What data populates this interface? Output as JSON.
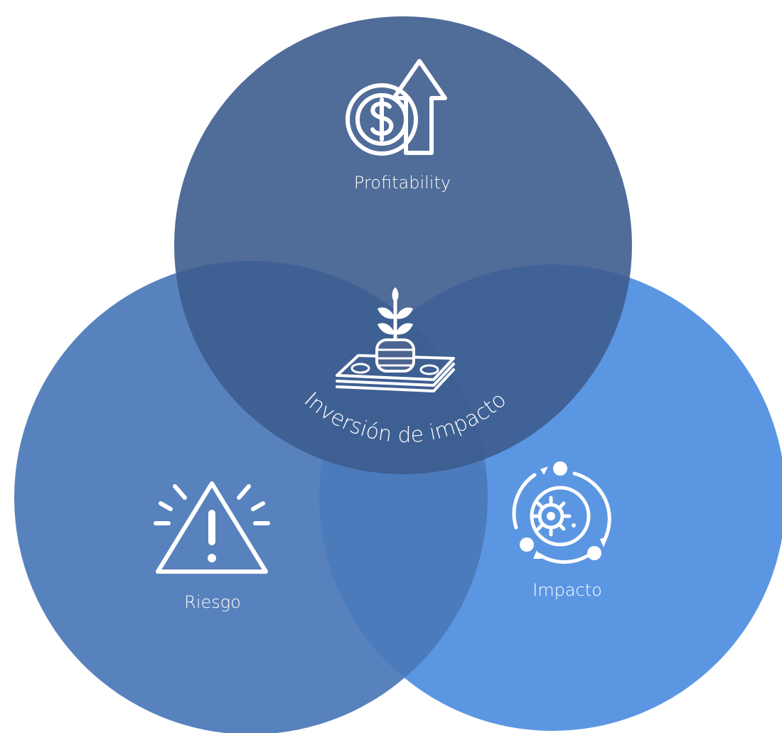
{
  "diagram": {
    "center_label": "Inversión de impacto",
    "circles": [
      {
        "key": "profitability",
        "label": "Profitability",
        "icon": "dollar-coin-arrow-up-icon",
        "color": "#3D5C8E"
      },
      {
        "key": "riesgo",
        "label": "Riesgo",
        "icon": "warning-triangle-icon",
        "color": "#4B79B8"
      },
      {
        "key": "impacto",
        "label": "Impacto",
        "icon": "gear-cycle-icon",
        "color": "#5B96E2"
      }
    ],
    "center_icon": "plant-coins-money-icon"
  }
}
